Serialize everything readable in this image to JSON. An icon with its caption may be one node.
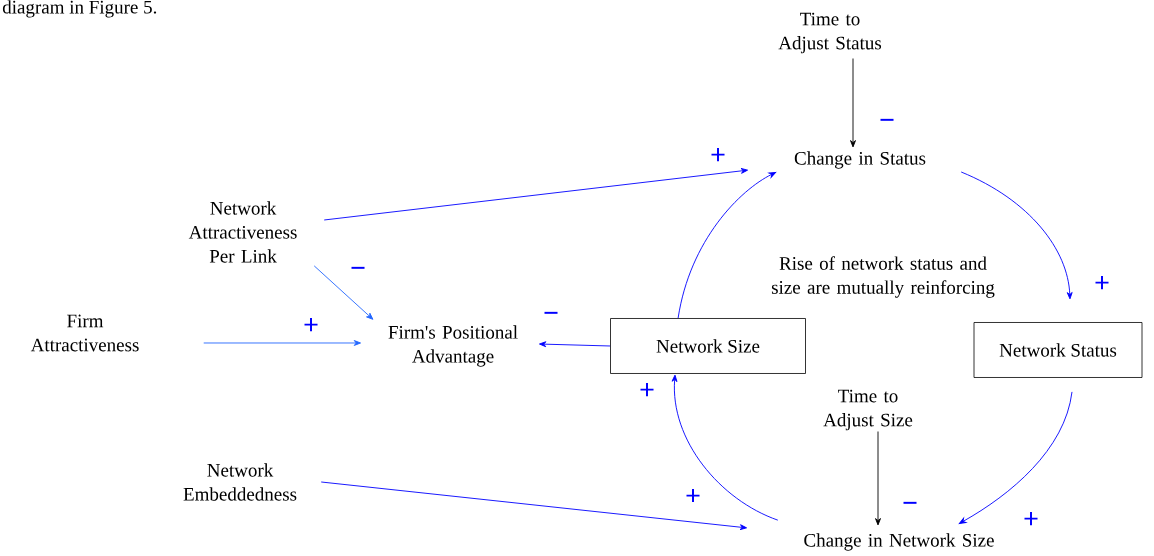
{
  "diagram": {
    "nodes": [
      {
        "text": [
          "Time to Adjust Status"
        ]
      },
      {
        "text": [
          "Change in Status"
        ]
      },
      {
        "text": [
          "Network Attractiveness Per Link"
        ]
      },
      {
        "text": [
          "Firm Attractiveness"
        ]
      },
      {
        "text": [
          "Firm's Positional Advantage"
        ]
      },
      {
        "text": [
          "Network Size"
        ]
      },
      {
        "text": [
          "Network Status"
        ]
      },
      {
        "text": [
          "Time to Adjust Size"
        ]
      },
      {
        "text": [
          "Network Embeddedness"
        ]
      },
      {
        "text": [
          "Change in Network Size"
        ]
      }
    ],
    "edges": [
      {
        "from": 0,
        "to": 1,
        "arrow": "to",
        "label": "−",
        "color": "#000000"
      },
      {
        "from": 2,
        "to": 1,
        "arrow": "to",
        "label": "+"
      },
      {
        "from": 1,
        "to": 6,
        "arrow": "to",
        "label": "+"
      },
      {
        "from": 5,
        "to": 1,
        "arrow": "to"
      },
      {
        "from": 5,
        "to": 4,
        "arrow": "to",
        "label": "−"
      },
      {
        "from": 2,
        "to": 4,
        "arrow": "to",
        "label": "−",
        "color": "#2266ff"
      },
      {
        "from": 3,
        "to": 4,
        "arrow": "to",
        "label": "+",
        "color": "#2266ff"
      },
      {
        "from": 6,
        "to": 9,
        "arrow": "to",
        "label": "+"
      },
      {
        "from": 9,
        "to": 5,
        "arrow": "to",
        "label": "+"
      },
      {
        "from": 8,
        "to": 9,
        "arrow": "to",
        "label": "+"
      },
      {
        "from": 7,
        "to": 9,
        "arrow": "to",
        "label": "−",
        "color": "#000000"
      }
    ],
    "labels": [
      "diagram in Figure 5.",
      "Rise of network status and size are mutually reinforcing"
    ]
  }
}
